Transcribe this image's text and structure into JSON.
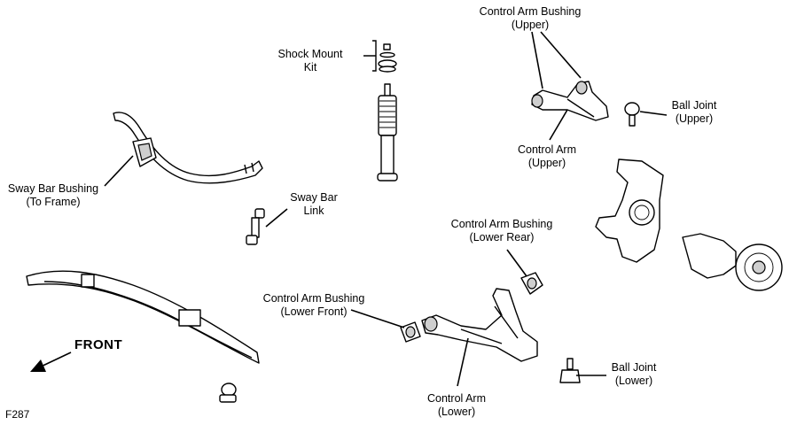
{
  "labels": {
    "control_arm_bushing_upper": [
      "Control Arm Bushing",
      "(Upper)"
    ],
    "shock_mount_kit": [
      "Shock Mount",
      "Kit"
    ],
    "ball_joint_upper": [
      "Ball Joint",
      "(Upper)"
    ],
    "control_arm_upper": [
      "Control Arm",
      "(Upper)"
    ],
    "sway_bar_bushing": [
      "Sway Bar Bushing",
      "(To Frame)"
    ],
    "sway_bar_link": [
      "Sway Bar",
      "Link"
    ],
    "control_arm_bushing_lower_rear": [
      "Control Arm Bushing",
      "(Lower Rear)"
    ],
    "control_arm_bushing_lower_front": [
      "Control Arm Bushing",
      "(Lower Front)"
    ],
    "ball_joint_lower": [
      "Ball Joint",
      "(Lower)"
    ],
    "control_arm_lower": [
      "Control Arm",
      "(Lower)"
    ]
  },
  "front_label": "FRONT",
  "figure_id": "F287"
}
